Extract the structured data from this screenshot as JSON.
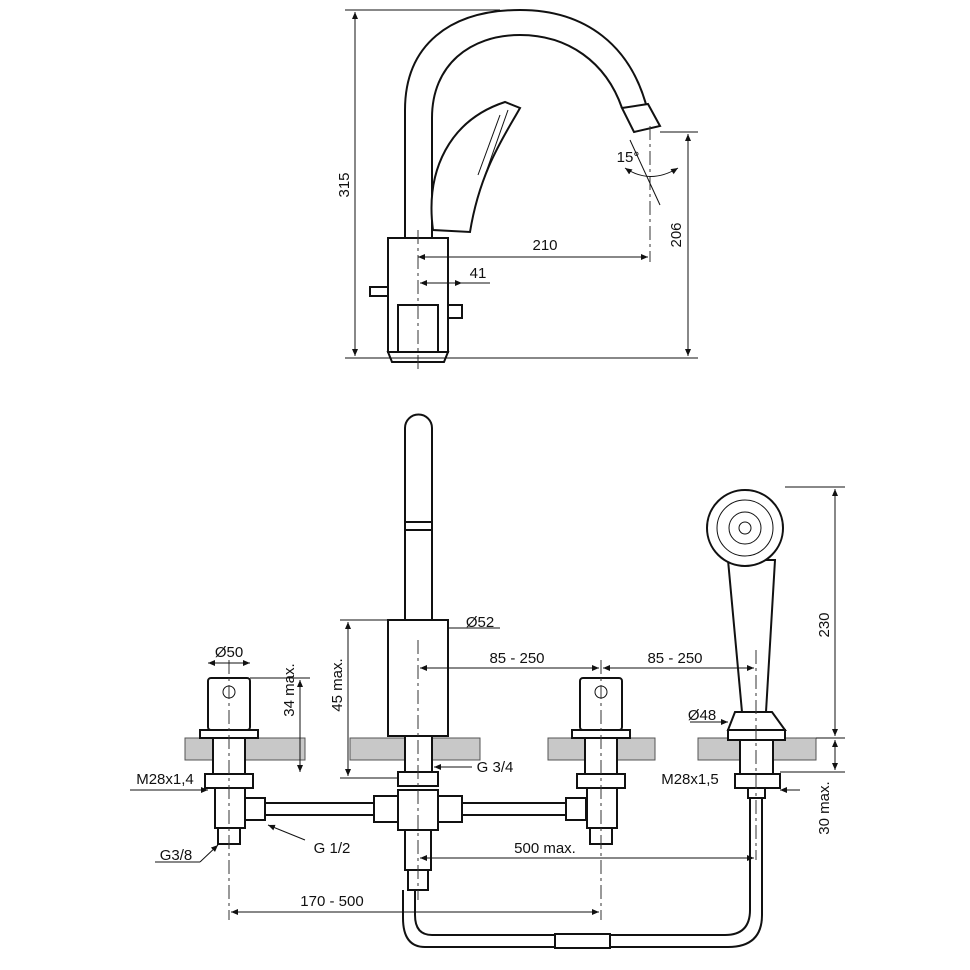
{
  "side_view": {
    "height_total": "315",
    "tilt_angle": "15°",
    "spout_reach": "210",
    "spout_height": "206",
    "lever_offset": "41"
  },
  "front_view": {
    "spout_diameter": "Ø52",
    "spacing_left": "85 - 250",
    "spacing_right": "85 - 250",
    "valve_diameter": "Ø50",
    "valve_deck_max": "34 max.",
    "spout_deck_max": "45 max.",
    "shower_height": "230",
    "shower_holder_diameter": "Ø48",
    "valve_thread": "M28x1,4",
    "spout_thread": "G 3/4",
    "holder_thread": "M28x1,5",
    "holder_deck_max": "30 max.",
    "inlet_thread": "G3/8",
    "pipe_thread": "G 1/2",
    "hose_max": "500 max.",
    "valve_spacing": "170 - 500"
  },
  "colors": {
    "line": "#111111",
    "countertop": "#c8c8c8"
  }
}
